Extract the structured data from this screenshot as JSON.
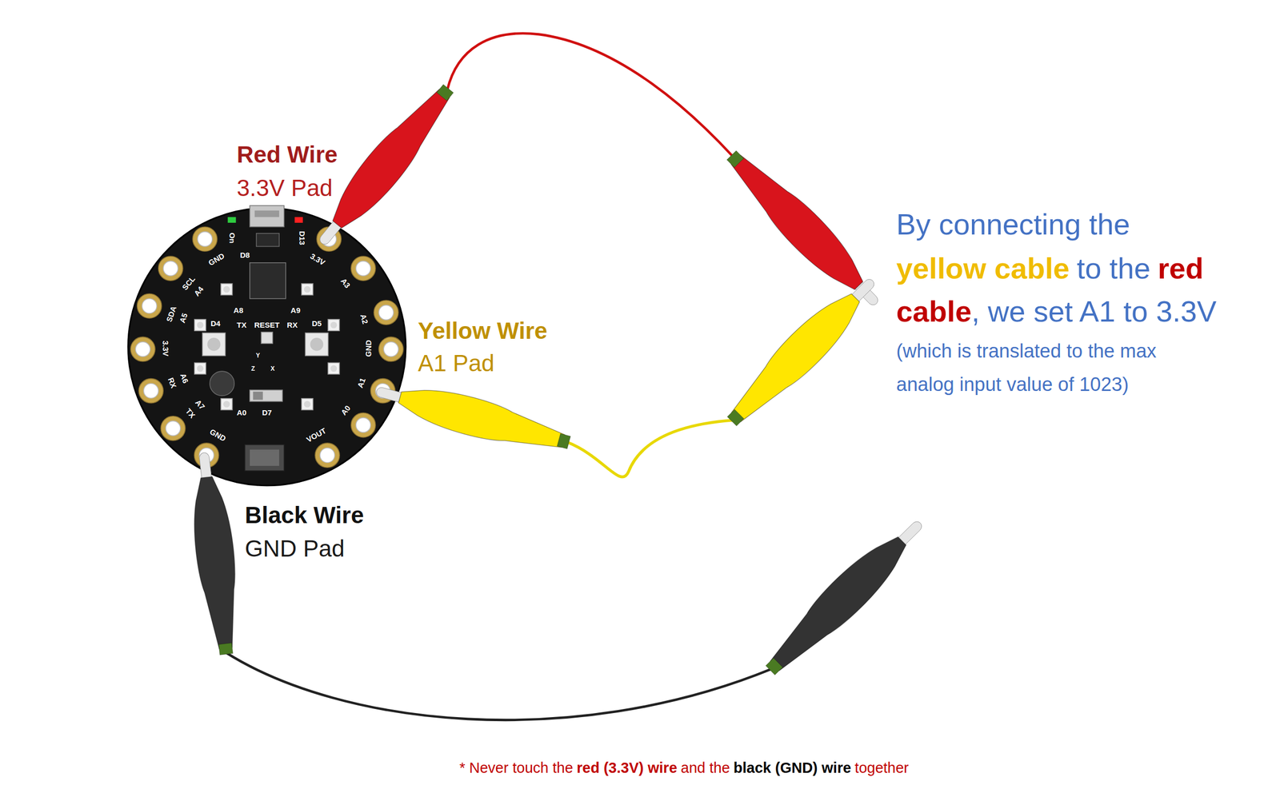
{
  "diagram": {
    "labels": [
      "Red Wire",
      "3.3V Pad",
      "Yellow Wire",
      "A1 Pad",
      "Black Wire",
      "GND Pad",
      "By connecting the",
      "yellow cable",
      "to the",
      "red",
      "cable",
      ", we set A1 to 3.3V",
      "(which is translated to the max analog input value of 1023)",
      "* Never touch the",
      "red (3.3V) wire",
      "and the",
      "black (GND) wire",
      "together",
      "On",
      "D13",
      "3.3V",
      "A3",
      "A2",
      "GND",
      "A1",
      "A0",
      "VOUT",
      "GND",
      "TX",
      "A7",
      "RX",
      "A6",
      "3.3V",
      "SDA",
      "A5",
      "SCL",
      "A4",
      "GND",
      "D8",
      "A8",
      "A9",
      "D4",
      "TX",
      "RESET",
      "RX",
      "D5",
      "Y",
      "Z",
      "X",
      "A0",
      "D7"
    ]
  }
}
